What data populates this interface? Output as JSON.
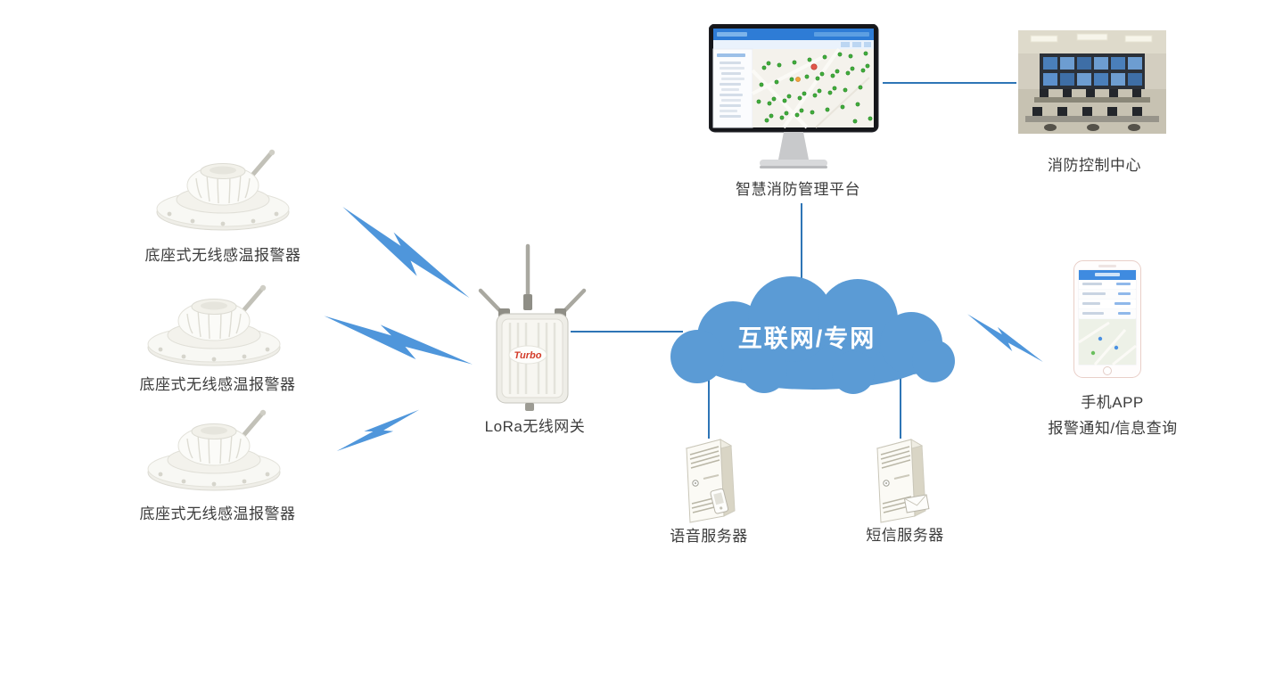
{
  "colors": {
    "cloud": "#5B9BD5",
    "connector": "#2E75B6",
    "lightning": "#4F96DB",
    "label_text": "#3C3C3C"
  },
  "diagram": {
    "detectors": [
      {
        "label": "底座式无线感温报警器"
      },
      {
        "label": "底座式无线感温报警器"
      },
      {
        "label": "底座式无线感温报警器"
      }
    ],
    "gateway": {
      "label": "LoRa无线网关",
      "brand": "Turbo"
    },
    "cloud": {
      "label": "互联网/专网"
    },
    "platform": {
      "label": "智慧消防管理平台"
    },
    "control_center": {
      "label": "消防控制中心"
    },
    "mobile_app": {
      "title": "手机APP",
      "subtitle": "报警通知/信息查询"
    },
    "voice_server": {
      "label": "语音服务器"
    },
    "sms_server": {
      "label": "短信服务器"
    }
  }
}
